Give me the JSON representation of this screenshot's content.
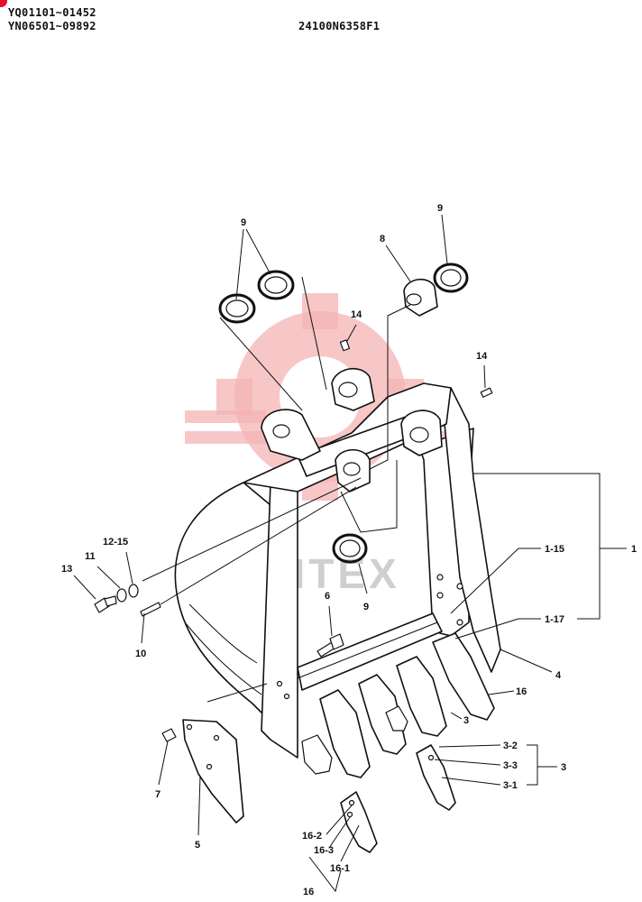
{
  "header": {
    "serial_range_1": "YQ01101~01452",
    "serial_range_2": "YN06501~09892",
    "drawing_number": "24100N6358F1"
  },
  "watermark": {
    "text": "ИНТЕХ",
    "color": "#f4b4b4"
  },
  "callouts": {
    "c9a": "9",
    "c9b": "9",
    "c9c": "9",
    "c8": "8",
    "c14a": "14",
    "c14b": "14",
    "c12_15": "12-15",
    "c11": "11",
    "c13": "13",
    "c10": "10",
    "c6": "6",
    "c1_15": "1-15",
    "c1_17": "1-17",
    "c1": "1",
    "c4": "4",
    "c16": "16",
    "c3": "3",
    "c7": "7",
    "c5": "5",
    "c3_2": "3-2",
    "c3_3": "3-3",
    "c3_1": "3-1",
    "c3b": "3",
    "c16_2": "16-2",
    "c16_3": "16-3",
    "c16_1": "16-1",
    "c16b": "16"
  }
}
